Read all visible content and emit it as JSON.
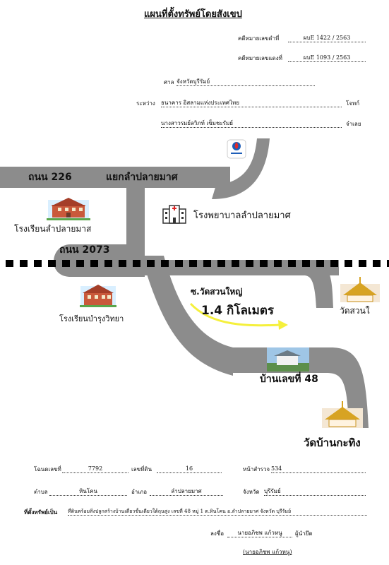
{
  "header": {
    "title": "แผนที่ตั้งทรัพย์โดยสังเขป",
    "deed_label": "คดีหมายเลขดำที่",
    "deed_value": "ผบE 1422 / 2563",
    "red_label": "คดีหมายเลขแดงที่",
    "red_value": "ผบE 1093 / 2563",
    "court_label": "ศาล",
    "court_value": "จังหวัดบุรีรัมย์",
    "between_label": "ระหว่าง",
    "plaintiff_value": "ธนาคาร อิสลามแห่งประเทศไทย",
    "plaintiff_role": "โจทก์",
    "defendant_value": "นางสาวรมย์ลวิภท์ เข็มชะรัมย์",
    "defendant_role": "จำเลย"
  },
  "map": {
    "road_226": "ถนน 226",
    "junction": "แยกลำปลายมาศ",
    "road_2073": "ถนน 2073",
    "school_1": "โรงเรียนลำปลายมาส",
    "hospital": "โรงพยาบาลลำปลายมาศ",
    "school_2": "โรงเรียนบำรุงวิทยา",
    "soi": "ซ.วัดสวนใหญ่",
    "distance": "1.4 กิโลเมตร",
    "temple_1": "วัดสวนใ",
    "house": "บ้านเลขที่ 48",
    "temple_2": "วัดบ้านกะทิง",
    "colors": {
      "road": "#8c8c8c",
      "arrow": "#f5f03c",
      "railway": "#000000"
    }
  },
  "footer": {
    "deed_no_label": "โฉนดเลขที่",
    "deed_no": "7792",
    "land_no_label": "เลขที่ดิน",
    "land_no": "16",
    "survey_label": "หน้าสำรวจ",
    "survey_no": "534",
    "subdistrict_label": "ตำบล",
    "subdistrict": "หินโคน",
    "district_label": "อำเภอ",
    "district": "ลำปลายมาศ",
    "province_label": "จังหวัด",
    "province": "บุรีรัมย์",
    "property_label": "ที่ตั้งทรัพย์เป็น",
    "property": "ที่ดินพร้อมสิ่งปลูกสร้างบ้านเดี่ยวชั้นเดียวใต้ถุนสูง เลขที่ 48 หมู่ 1 ต.หินโคน อ.ลำปลายมาศ จังหวัด บุรีรัมย์",
    "sign_label": "ลงชื่อ",
    "signer": "นายอภิชพ แก้วหนู",
    "signer_role": "ผู้นำยึด",
    "signer_print": "(นายอภิชพ แก้วหนู)"
  }
}
